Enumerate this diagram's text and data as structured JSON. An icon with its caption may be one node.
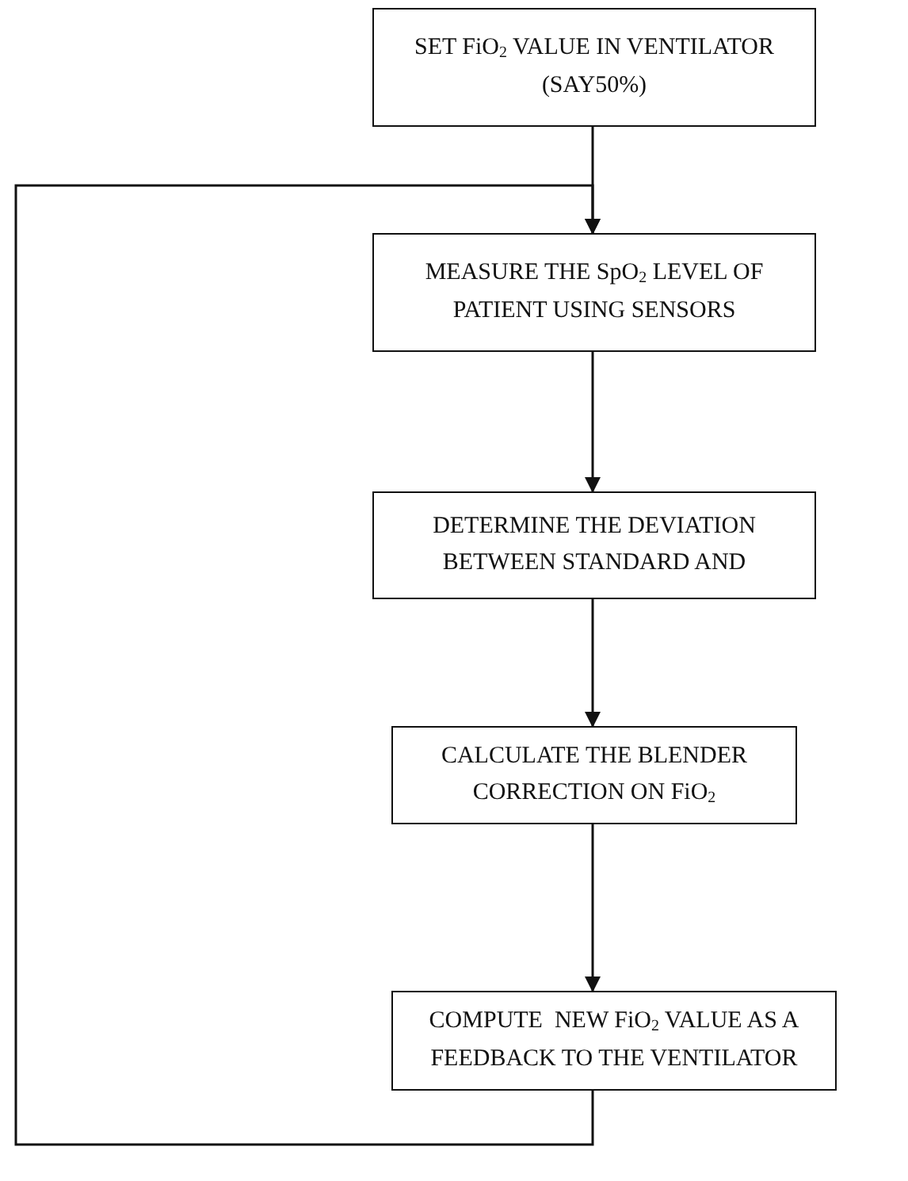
{
  "diagram": {
    "nodes": [
      {
        "text": [
          "SET FiO$_{2}$ VALUE IN VENTILATOR (SAY50%)"
        ]
      },
      {
        "text": [
          "MEASURE THE SpO$_{2}$ LEVEL OF PATIENT USING SENSORS"
        ]
      },
      {
        "text": [
          "DETERMINE THE DEVIATION BETWEEN STANDARD AND"
        ]
      },
      {
        "text": [
          "CALCULATE THE BLENDER CORRECTION ON FiO$_{2}$"
        ]
      },
      {
        "text": [
          "COMPUTE  NEW FiO$_{2}$ VALUE AS A FEEDBACK TO THE VENTILATOR"
        ]
      }
    ],
    "edges": [
      {
        "from": 0,
        "to": 1,
        "arrow": "to"
      },
      {
        "from": 1,
        "to": 2,
        "arrow": "to"
      },
      {
        "from": 2,
        "to": 3,
        "arrow": "to"
      },
      {
        "from": 3,
        "to": 4,
        "arrow": "to"
      },
      {
        "from": 4,
        "to": 1,
        "arrow": "to"
      }
    ]
  }
}
